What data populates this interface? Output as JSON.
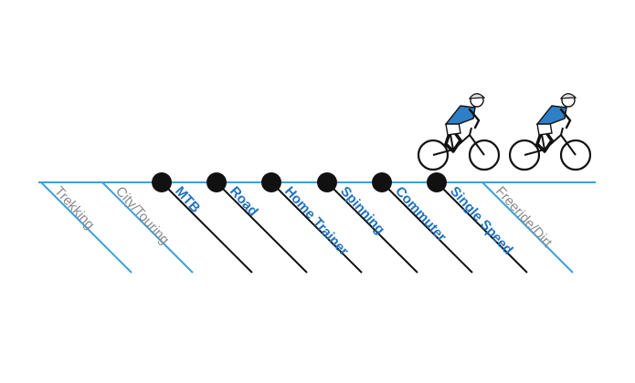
{
  "colors": {
    "line_blue": "#3f9fd6",
    "label_blue": "#1f73c2",
    "label_gray": "#8a8a8a",
    "black": "#111111",
    "jersey_blue": "#2f7fc6"
  },
  "categories": [
    {
      "label": "Trekking",
      "style": "inactive"
    },
    {
      "label": "City/Touring",
      "style": "inactive"
    },
    {
      "label": "MTB",
      "style": "active"
    },
    {
      "label": "Road",
      "style": "active"
    },
    {
      "label": "Home Trainer",
      "style": "active"
    },
    {
      "label": "Spinning",
      "style": "active"
    },
    {
      "label": "Commuter",
      "style": "active"
    },
    {
      "label": "Single Speed",
      "style": "active"
    },
    {
      "label": "Freeride/Dirt",
      "style": "inactive"
    }
  ],
  "cyclists": [
    {
      "icon": "road-cyclist-icon"
    },
    {
      "icon": "mtb-cyclist-icon"
    }
  ]
}
